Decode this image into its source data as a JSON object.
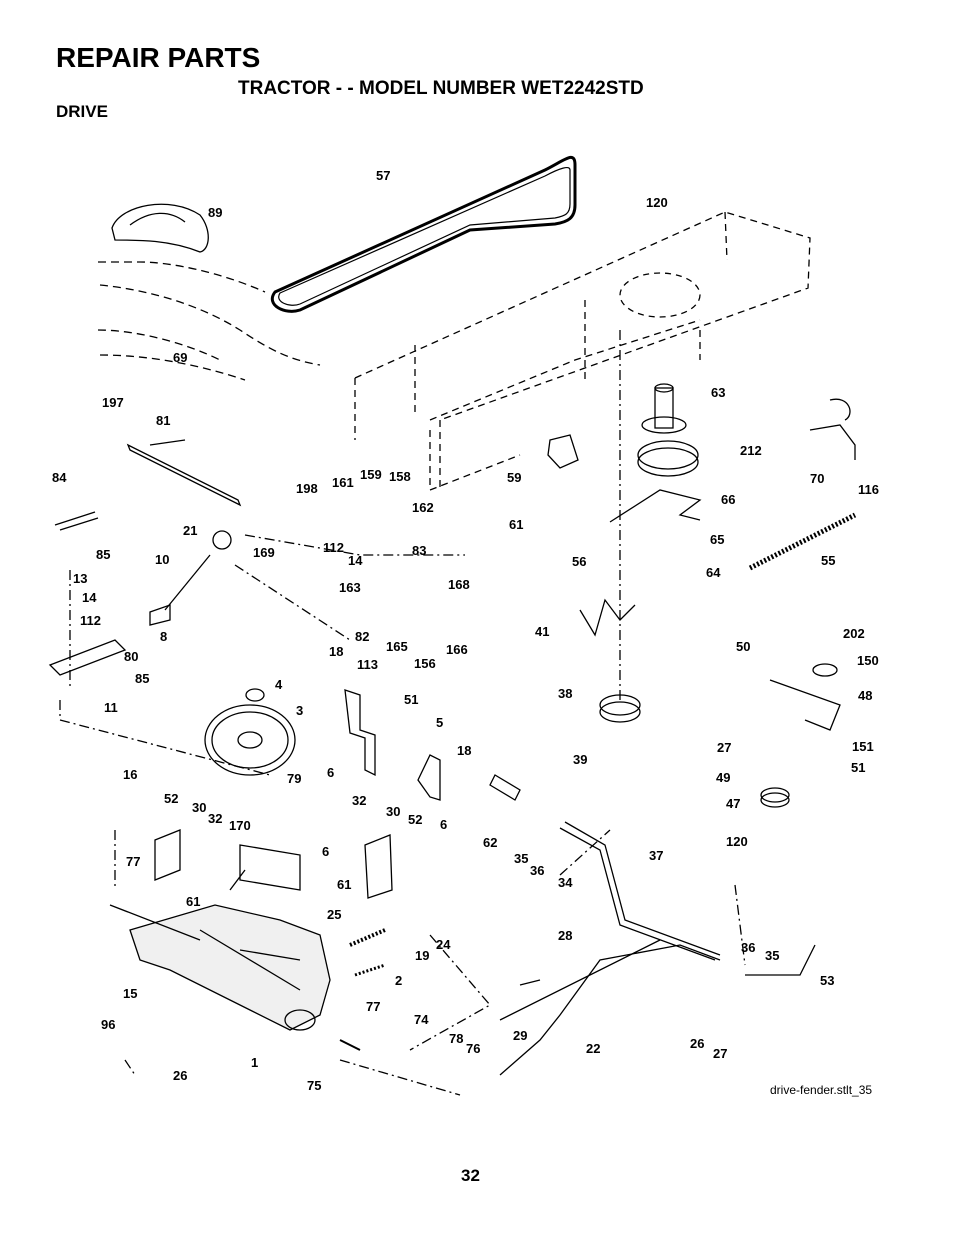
{
  "header": {
    "title": "REPAIR PARTS",
    "subtitle": "TRACTOR - - MODEL NUMBER WET2242STD",
    "section": "DRIVE"
  },
  "diagram": {
    "labels": {
      "p57": "57",
      "p120a": "120",
      "p89": "89",
      "p69": "69",
      "p197": "197",
      "p81": "81",
      "p63": "63",
      "p212": "212",
      "p70": "70",
      "p116": "116",
      "p59": "59",
      "p66": "66",
      "p61a": "61",
      "p65": "65",
      "p56": "56",
      "p64": "64",
      "p55": "55",
      "p84": "84",
      "p198": "198",
      "p161": "161",
      "p159": "159",
      "p158": "158",
      "p162": "162",
      "p21": "21",
      "p169": "169",
      "p112a": "112",
      "p14a": "14",
      "p83": "83",
      "p85a": "85",
      "p10": "10",
      "p163": "163",
      "p168": "168",
      "p13": "13",
      "p14b": "14",
      "p112b": "112",
      "p8": "8",
      "p80": "80",
      "p85b": "85",
      "p82": "82",
      "p165": "165",
      "p156": "156",
      "p166": "166",
      "p41": "41",
      "p50": "50",
      "p202": "202",
      "p150": "150",
      "p18a": "18",
      "p113": "113",
      "p4": "4",
      "p11": "11",
      "p51a": "51",
      "p3": "3",
      "p38": "38",
      "p48": "48",
      "p5": "5",
      "p27a": "27",
      "p151": "151",
      "p18b": "18",
      "p6a": "6",
      "p39": "39",
      "p51b": "51",
      "p79": "79",
      "p16": "16",
      "p49": "49",
      "p47": "47",
      "p52a": "52",
      "p32a": "32",
      "p30a": "30",
      "p32b": "32",
      "p170": "170",
      "p30b": "30",
      "p52b": "52",
      "p6b": "6",
      "p62": "62",
      "p35a": "35",
      "p36a": "36",
      "p120b": "120",
      "p6c": "6",
      "p77a": "77",
      "p61b": "61",
      "p61c": "61",
      "p37": "37",
      "p34": "34",
      "p25": "25",
      "p36b": "36",
      "p35b": "35",
      "p28": "28",
      "p24": "24",
      "p19": "19",
      "p15": "15",
      "p2": "2",
      "p53": "53",
      "p77b": "77",
      "p74": "74",
      "p29": "29",
      "p96": "96",
      "p78": "78",
      "p76": "76",
      "p26a": "26",
      "p22": "22",
      "p26b": "26",
      "p27b": "27",
      "p1": "1",
      "p75": "75"
    }
  },
  "footer": {
    "filename": "drive-fender.stlt_35",
    "page_number": "32"
  }
}
